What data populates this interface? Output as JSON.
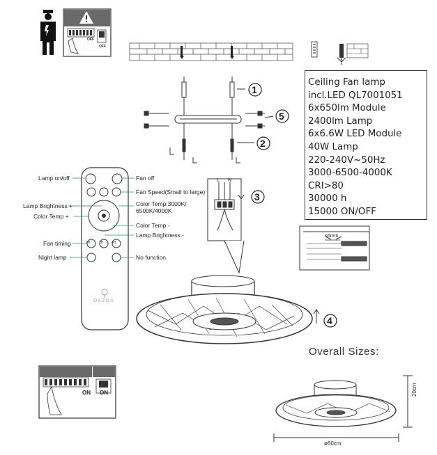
{
  "spec_lines": [
    "Ceiling Fan lamp",
    "incl.LED QL7001051",
    "6x650lm Module",
    "2400lm Lamp",
    "6x6.6W LED Module",
    "40W Lamp",
    "220-240V~50Hz",
    "3000-6500-4000K",
    "CRI>80",
    "30000 h",
    "15000 ON/OFF"
  ],
  "remote_labels": {
    "lamp_on_off": "Lamp on/off",
    "fan_off": "Fan off",
    "fan_speed": "Fan Speed(Small to large)",
    "lamp_brightness_plus": "Lamp Brightness +",
    "color_temp_modes": "Color Temp:3000K/ 6500K/4000K",
    "color_temp_plus": "Color Temp +",
    "color_temp_minus": "Color Temp -",
    "lamp_brightness_minus": "Lamp Brightness -",
    "fan_timing": "Fan timing",
    "night_lamp": "Night lamp",
    "no_function": "No function",
    "brand": "OAZOA"
  },
  "steps": [
    "1",
    "2",
    "3",
    "4",
    "5"
  ],
  "wiring": {
    "strip_length": "≤6mm",
    "terminal_l": "L",
    "terminal_n": "N"
  },
  "switch_labels": {
    "off": "OFF",
    "on": "ON"
  },
  "overall_sizes": {
    "title": "Overall Sizes:",
    "height": "20cm",
    "diameter": "ø60cm"
  },
  "timer_buttons": [
    "1H",
    "2H",
    "4H"
  ]
}
